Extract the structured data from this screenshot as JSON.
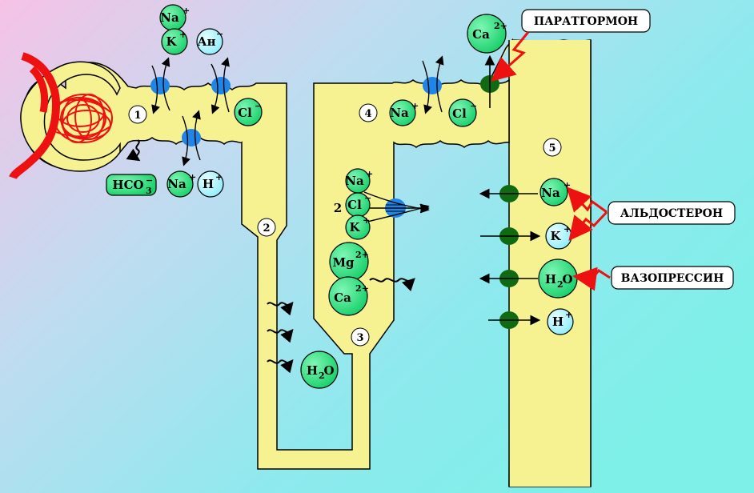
{
  "segments": [
    "1",
    "2",
    "3",
    "4",
    "5"
  ],
  "hormones": {
    "parathormone": "ПАРАТГОРМОН",
    "aldosterone": "АЛЬДОСТЕРОН",
    "vasopressin": "ВАЗОПРЕССИН"
  },
  "ions": {
    "na": "Na",
    "k": "K",
    "an": "Ан",
    "cl": "Cl",
    "h": "H",
    "hco3": "HCO",
    "ca": "Ca",
    "mg": "Mg",
    "h2o_h": "H",
    "h2o_o": "O"
  },
  "charges": {
    "plus": "+",
    "minus": "−",
    "two_plus": "2+"
  },
  "subscripts": {
    "three": "3",
    "two": "2"
  },
  "cotransport_coefficient": "2",
  "colors": {
    "tubule": "#f7f291",
    "capillary": "#ee1111",
    "cation": "#22dd77",
    "anion_light": "#aaf5ff",
    "channel_blue": "#1f86e8",
    "channel_green": "#0f6a12",
    "hormone_arrow": "#ee1111"
  }
}
